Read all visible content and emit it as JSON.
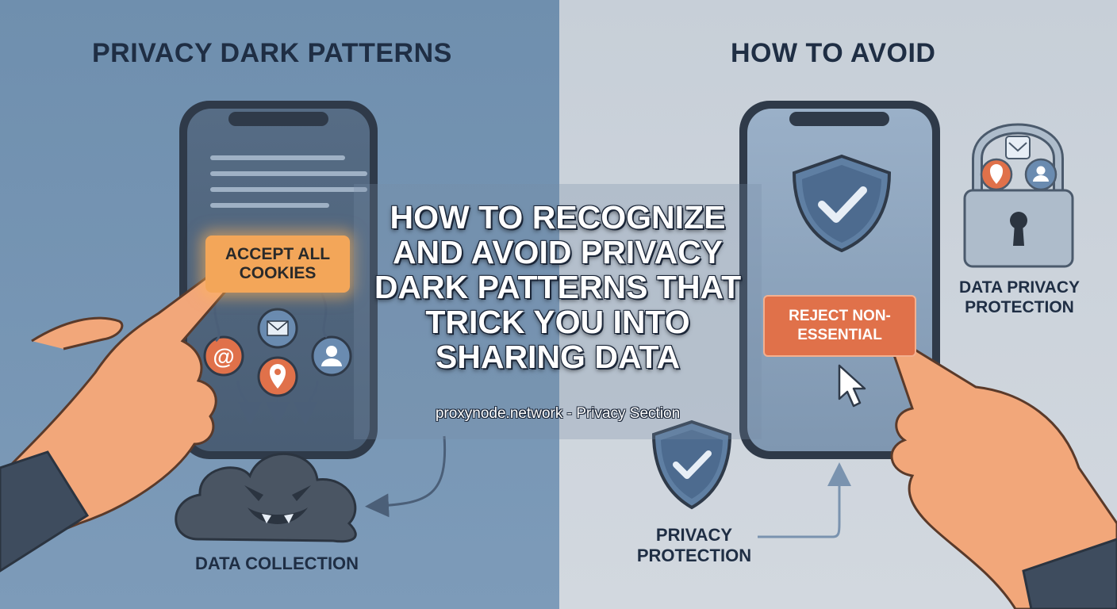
{
  "headings": {
    "left": "PRIVACY DARK PATTERNS",
    "right": "HOW TO AVOID"
  },
  "buttons": {
    "accept": "ACCEPT ALL COOKIES",
    "reject": "REJECT NON-ESSENTIAL"
  },
  "labels": {
    "data_collection": "DATA COLLECTION",
    "privacy_protection": "PRIVACY PROTECTION",
    "data_privacy_protection": "DATA PRIVACY PROTECTION"
  },
  "title": {
    "main": "HOW TO RECOGNIZE AND AVOID PRIVACY DARK PATTERNS THAT TRICK YOU INTO SHARING DATA",
    "subtitle": "proxynode.network - Privacy Section"
  },
  "icons": {
    "at": "@",
    "mail": "envelope-icon",
    "location": "location-pin-icon",
    "user": "user-icon",
    "shield": "shield-check-icon",
    "lock": "padlock-icon",
    "cursor": "cursor-arrow-icon",
    "cloud": "evil-cloud-icon"
  },
  "colors": {
    "left_background": "#7292b1",
    "right_background": "#cbd2da",
    "accept_button": "#f3a659",
    "reject_button": "#e0714a",
    "icon_orange": "#e0714a",
    "icon_blue": "#5f7fa3",
    "heading_text": "#1f2e44"
  }
}
